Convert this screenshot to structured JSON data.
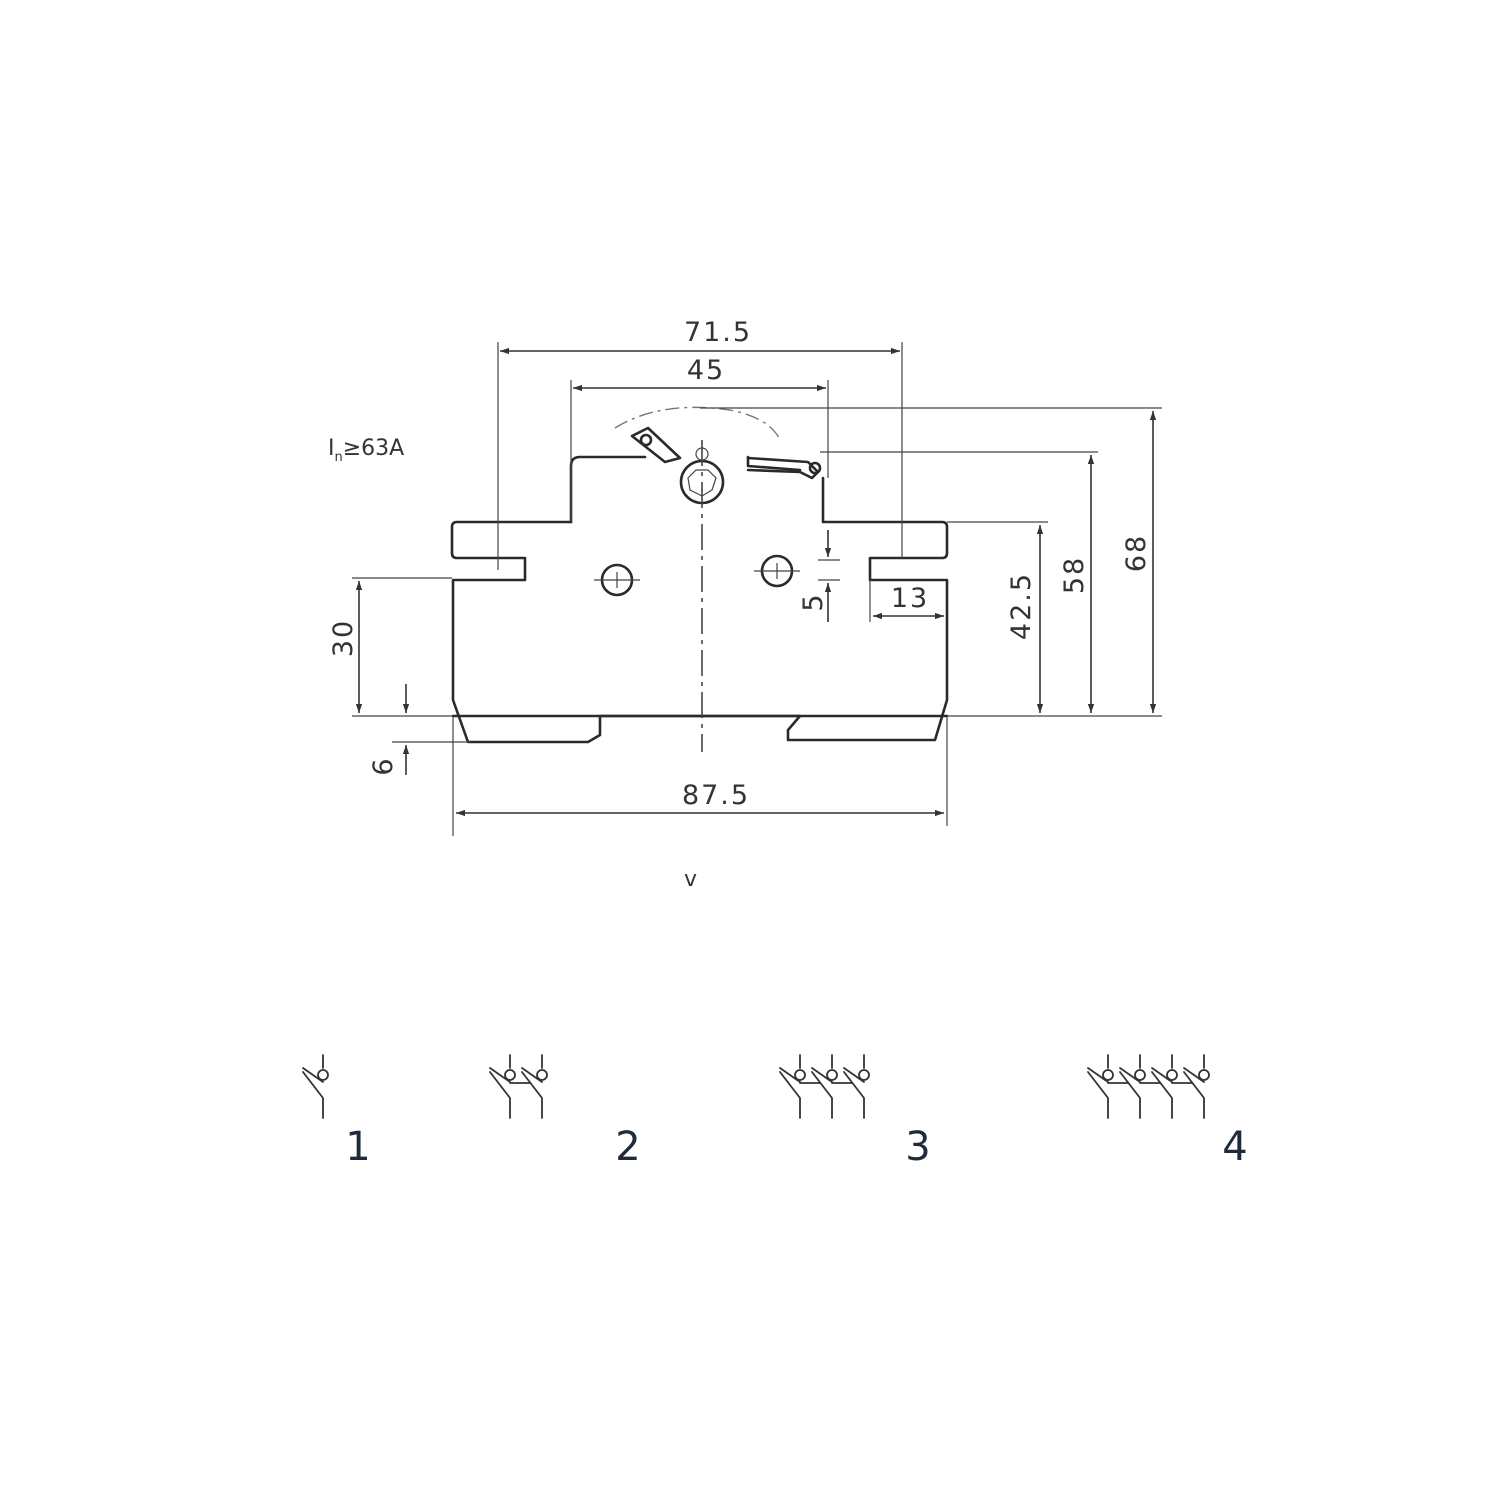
{
  "rating_label": {
    "main": "I",
    "sub": "n",
    "rest": "≥63A"
  },
  "dimensions": {
    "d71_5": "71.5",
    "d45": "45",
    "d87_5": "87.5",
    "d13": "13",
    "d5": "5",
    "d6": "6",
    "d30": "30",
    "d42_5": "42.5",
    "d58": "58",
    "d68": "68"
  },
  "stray_mark": "v",
  "poles": [
    {
      "label": "1",
      "count": 1
    },
    {
      "label": "2",
      "count": 2
    },
    {
      "label": "3",
      "count": 3
    },
    {
      "label": "4",
      "count": 4
    }
  ]
}
